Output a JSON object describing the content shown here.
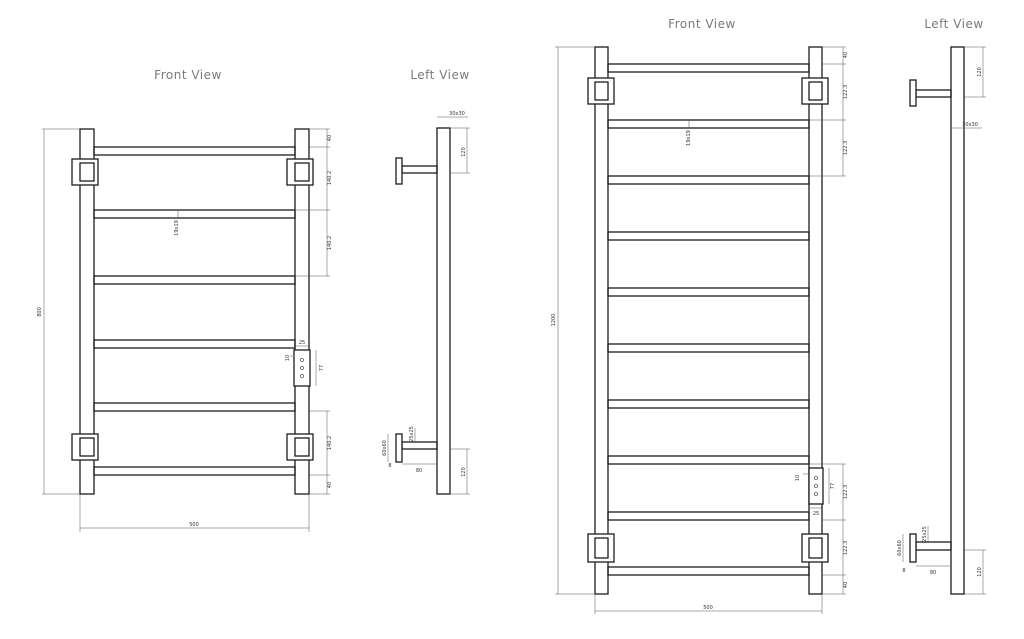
{
  "drawing_1": {
    "front_view": {
      "title": "Front View",
      "overall_height": "800",
      "overall_width": "500",
      "top_offset": "40",
      "spacing_top_1": "140.2",
      "spacing_top_2": "140.2",
      "spacing_bottom": "140.2",
      "bottom_offset": "40",
      "rail_size": "19x19",
      "bracket_offset": "10",
      "bracket_width": "25",
      "bracket_height": "77"
    },
    "left_view": {
      "title": "Left View",
      "bar_section": "30x30",
      "top_bracket_height": "120",
      "bottom_bracket_height": "120",
      "wall_plate": "60x60",
      "bracket_section": "25x25",
      "standoff": "80",
      "plate_thickness": "8"
    }
  },
  "drawing_2": {
    "front_view": {
      "title": "Front View",
      "overall_height": "1200",
      "overall_width": "500",
      "top_offset": "40",
      "spacing_1": "122.3",
      "spacing_2": "122.3",
      "spacing_3": "122.3",
      "spacing_4": "122.3",
      "bottom_offset": "40",
      "rail_size": "19x19",
      "bracket_offset": "10",
      "bracket_width": "25",
      "bracket_height": "77"
    },
    "left_view": {
      "title": "Left View",
      "bar_section": "30x30",
      "top_bracket_height": "120",
      "bottom_bracket_height": "120",
      "wall_plate": "60x60",
      "bracket_section": "25x25",
      "standoff": "80",
      "plate_thickness": "8"
    }
  }
}
